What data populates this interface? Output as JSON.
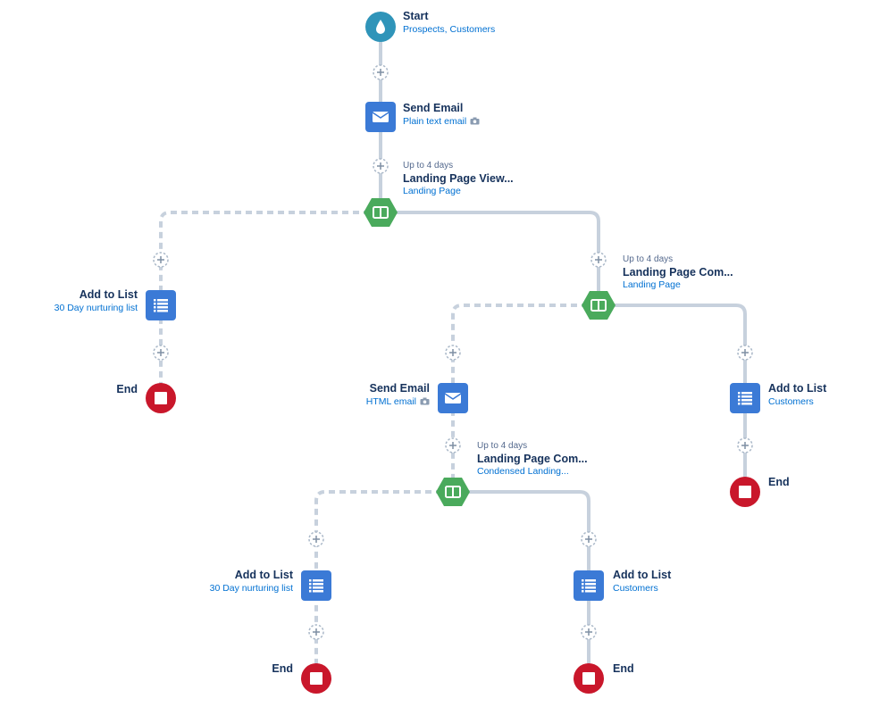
{
  "colors": {
    "start": "#2f94b9",
    "action": "#3b7ad6",
    "split": "#4aaa5c",
    "end": "#c9172b",
    "connector": "#c7d1dd",
    "title": "#16325c",
    "link": "#0070d2",
    "meta": "#54698d"
  },
  "nodes": {
    "start": {
      "title": "Start",
      "subtitle": "Prospects, Customers",
      "icon": "drop-icon"
    },
    "email1": {
      "title": "Send Email",
      "subtitle": "Plain text email",
      "icon": "email-icon",
      "badge_icon": "camera-icon"
    },
    "split1": {
      "wait": "Up to 4 days",
      "title": "Landing Page View...",
      "subtitle": "Landing Page",
      "icon": "split-icon"
    },
    "list_a": {
      "title": "Add to List",
      "subtitle": "30 Day nurturing list",
      "icon": "list-icon"
    },
    "end_a": {
      "title": "End",
      "icon": "stop-icon"
    },
    "split2": {
      "wait": "Up to 4 days",
      "title": "Landing Page Com...",
      "subtitle": "Landing Page",
      "icon": "split-icon"
    },
    "email2": {
      "title": "Send Email",
      "subtitle": "HTML email",
      "icon": "email-icon",
      "badge_icon": "camera-icon"
    },
    "list_b": {
      "title": "Add to List",
      "subtitle": "Customers",
      "icon": "list-icon"
    },
    "end_b": {
      "title": "End",
      "icon": "stop-icon"
    },
    "split3": {
      "wait": "Up to 4 days",
      "title": "Landing Page Com...",
      "subtitle": "Condensed Landing...",
      "icon": "split-icon"
    },
    "list_c": {
      "title": "Add to List",
      "subtitle": "30 Day nurturing list",
      "icon": "list-icon"
    },
    "list_d": {
      "title": "Add to List",
      "subtitle": "Customers",
      "icon": "list-icon"
    },
    "end_c": {
      "title": "End",
      "icon": "stop-icon"
    },
    "end_d": {
      "title": "End",
      "icon": "stop-icon"
    }
  }
}
